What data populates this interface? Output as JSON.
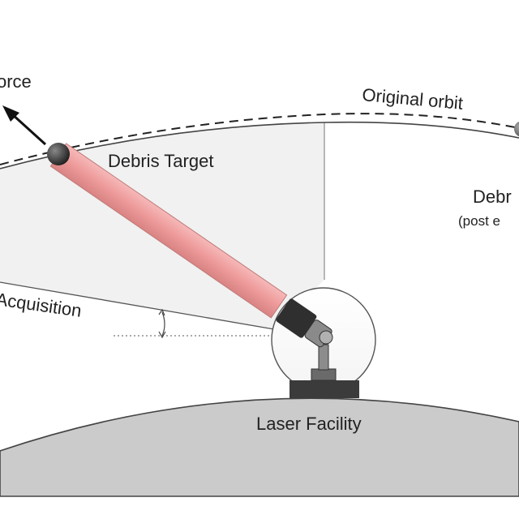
{
  "labels": {
    "force": "orce",
    "original_orbit": "Original orbit",
    "debris_target": "Debris Target",
    "debris_post_line1": "Debr",
    "debris_post_line2": "(post e",
    "acquisition": "Acquisition",
    "laser_facility": "Laser Facility"
  },
  "colors": {
    "beam": "#f0a3a3",
    "beam_edge": "#c98585",
    "earth": "#c9c9c9",
    "region": "#f0f0f0",
    "dark": "#333333"
  }
}
